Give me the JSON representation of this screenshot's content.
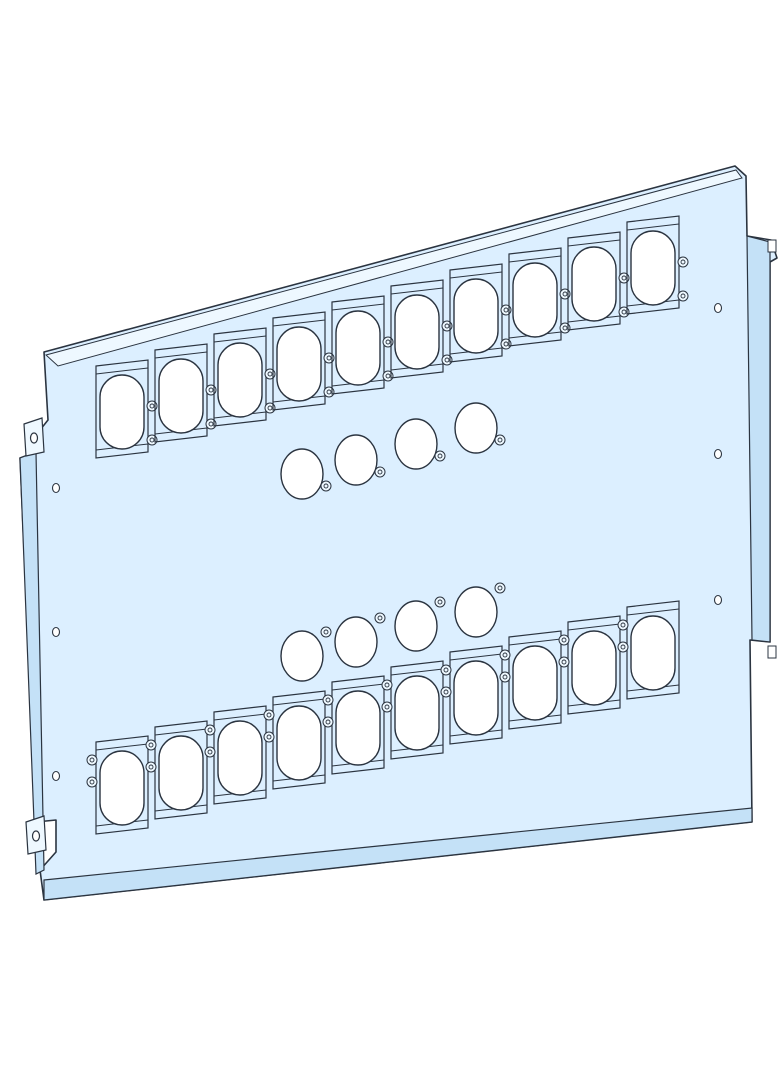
{
  "colors": {
    "plate_fill": "#dcefff",
    "plate_light": "#eef8ff",
    "plate_shade": "#c4e1f7",
    "edge": "#2b3440",
    "background": "#ffffff"
  },
  "icons": {
    "hole": "oval-cutout",
    "round_hole": "round-cutout",
    "screw": "screw-ring",
    "slot": "mounting-slot"
  },
  "layout_counts": {
    "top_oval_cutouts": 10,
    "top_round_cutouts": 4,
    "bottom_oval_cutouts": 10,
    "bottom_round_cutouts": 4
  }
}
